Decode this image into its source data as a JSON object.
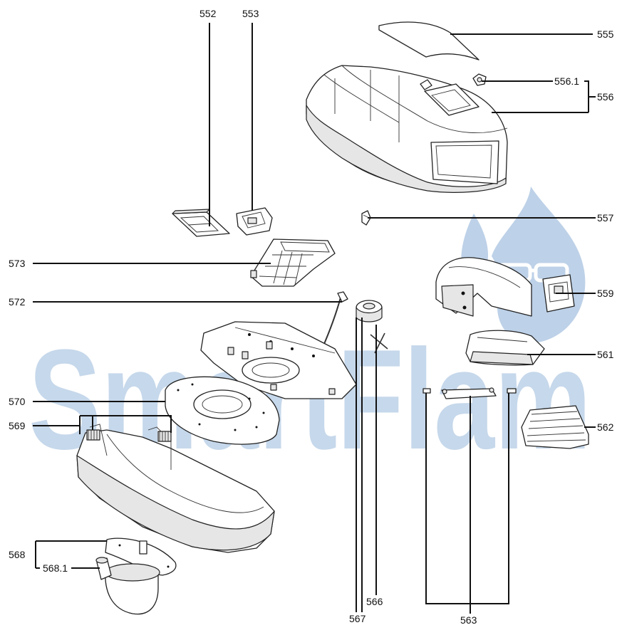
{
  "watermark": {
    "text": "SmartFlam",
    "color": "#5b8fc7",
    "logo_icon": "flame-with-glasses-icon"
  },
  "callouts": {
    "c552": "552",
    "c553": "553",
    "c555": "555",
    "c556_1": "556.1",
    "c556": "556",
    "c557": "557",
    "c559": "559",
    "c561": "561",
    "c562": "562",
    "c563": "563",
    "c566": "566",
    "c567": "567",
    "c568": "568",
    "c568_1": "568.1",
    "c569": "569",
    "c570": "570",
    "c572": "572",
    "c573": "573"
  }
}
